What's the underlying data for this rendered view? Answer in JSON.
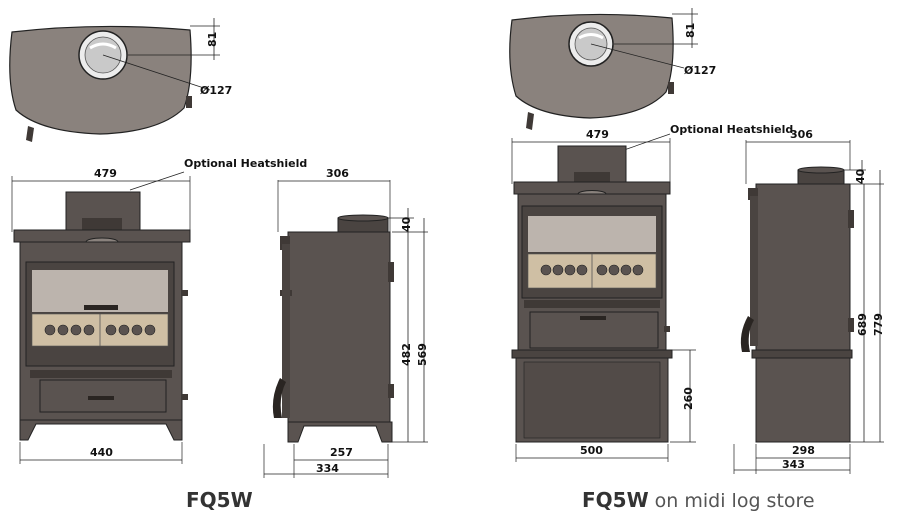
{
  "colors": {
    "body": "#5a5350",
    "body_dark": "#3f3936",
    "top_plate": "#8a827d",
    "glass": "#bcb4ad",
    "firebrick": "#cfbfa4",
    "flue_inner": "#c9c9c9",
    "line": "#222222"
  },
  "left": {
    "dims": {
      "flue_offset": "81",
      "flue_diameter": "Ø127",
      "width_top": "479",
      "heatshield_note": "Optional Heatshield",
      "width_base": "440",
      "depth_top": "306",
      "flue_height": "40",
      "height_inner": "482",
      "height_total": "569",
      "depth_base_inner": "257",
      "depth_base": "334"
    },
    "caption_model": "FQ5W"
  },
  "right": {
    "dims": {
      "flue_offset": "81",
      "flue_diameter": "Ø127",
      "width_top": "479",
      "heatshield_note": "Optional Heatshield",
      "width_base": "500",
      "depth_top": "306",
      "flue_height": "40",
      "log_store_height": "260",
      "height_inner": "689",
      "height_total": "779",
      "depth_base_inner": "298",
      "depth_base": "343"
    },
    "caption_model": "FQ5W",
    "caption_suffix": " on midi log store"
  }
}
